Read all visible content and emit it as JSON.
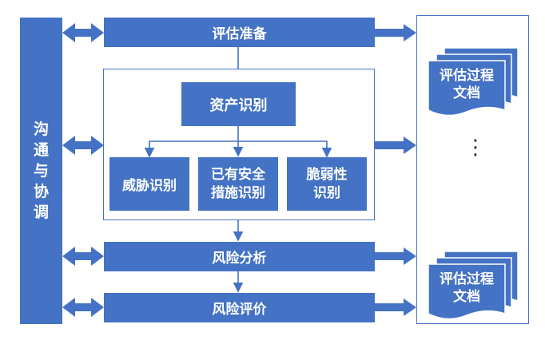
{
  "left_bar": {
    "chars": [
      "沟",
      "通",
      "与",
      "协",
      "调"
    ]
  },
  "steps": {
    "prep": "评估准备",
    "asset": "资产识别",
    "threat": "威胁识别",
    "existing_line1": "已有安全",
    "existing_line2": "措施识别",
    "vuln_line1": "脆弱性",
    "vuln_line2": "识别",
    "analysis": "风险分析",
    "evaluation": "风险评价"
  },
  "documents": {
    "top_line1": "评估过程",
    "top_line2": "文档",
    "bottom_line1": "评估过程",
    "bottom_line2": "文档",
    "ellipsis": "⋮"
  },
  "colors": {
    "primary": "#4472c4",
    "border": "#4472c4",
    "background": "#ffffff"
  }
}
